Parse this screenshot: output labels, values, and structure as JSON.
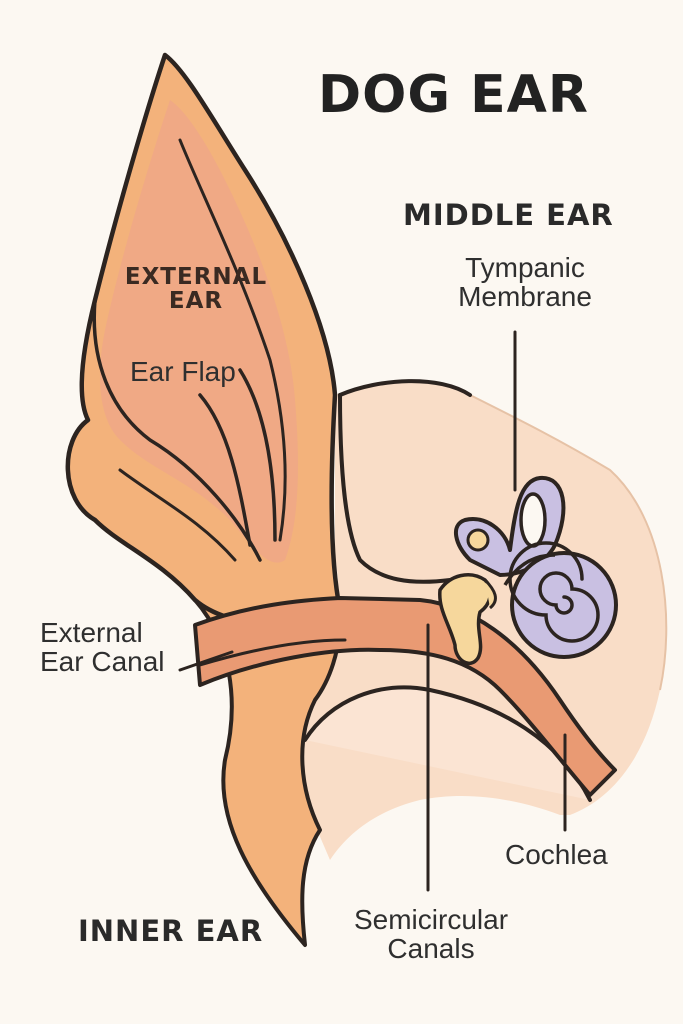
{
  "title": "DOG EAR",
  "labels": {
    "external_ear": [
      "EXTERNAL",
      "EAR"
    ],
    "ear_flap": "Ear Flap",
    "middle_ear": "MIDDLE EAR",
    "tympanic_membrane": [
      "Tympanic",
      "Membrane"
    ],
    "external_ear_canal": [
      "External",
      "Ear Canal"
    ],
    "inner_ear": "INNER EAR",
    "semicircular_canals": [
      "Semicircular",
      "Canals"
    ],
    "cochlea": "Cochlea"
  },
  "colors": {
    "background": "#fcf8f2",
    "ear_orange": "#f3b27b",
    "ear_inner": "#f0a985",
    "skin_light": "#f9ddc7",
    "canal": "#e99a73",
    "ossicle": "#f6d79c",
    "inner_ear_purple": "#c9c0e2",
    "outline": "#2c2420"
  }
}
